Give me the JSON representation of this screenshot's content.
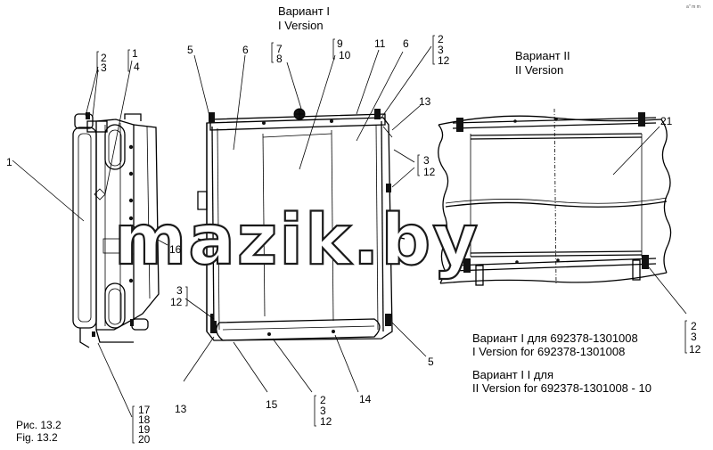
{
  "corner_mark": "a'' m m",
  "variant1_title": {
    "ru": "Вариант I",
    "en": "I Version"
  },
  "variant2_title": {
    "ru": "Вариант II",
    "en": "II Version"
  },
  "version_notes": [
    "Вариант I  для 692378-1301008",
    "I Version for 692378-1301008",
    "Вариант I I  для",
    "II Version for 692378-1301008 - 10"
  ],
  "figure_caption": {
    "ru": "Рис. 13.2",
    "en": "Fig. 13.2"
  },
  "watermark": "mazik.by",
  "part_labels": {
    "left_view": [
      "2",
      "3",
      "1",
      "4",
      "1",
      "16",
      "17",
      "18",
      "19",
      "20"
    ],
    "center_view": [
      "5",
      "6",
      "7",
      "8",
      "9",
      "10",
      "11",
      "6",
      "2",
      "3",
      "12",
      "13",
      "3",
      "12",
      "3",
      "12",
      "5",
      "13",
      "15",
      "2",
      "3",
      "12",
      "14"
    ],
    "right_view": [
      "21",
      "2",
      "3",
      "12"
    ]
  }
}
